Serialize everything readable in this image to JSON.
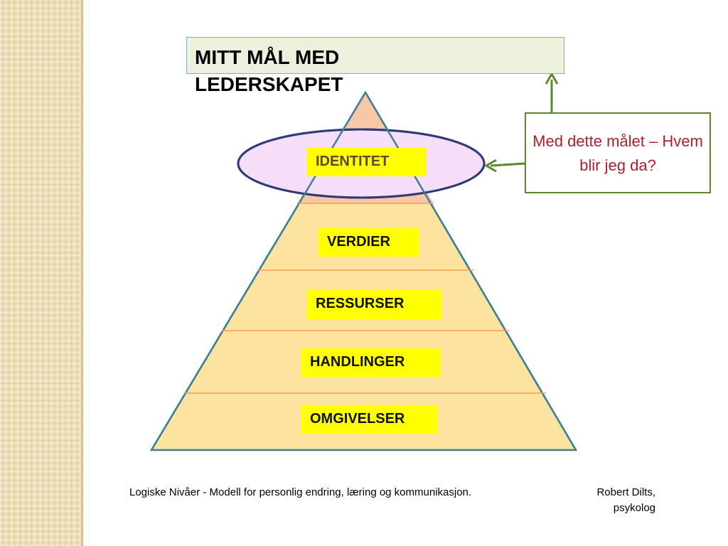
{
  "goal_box": {
    "text": "MITT MÅL MED LEDERSKAPET"
  },
  "question_box": {
    "text": "Med dette målet – Hvem blir jeg da?"
  },
  "levels": [
    {
      "label": "IDENTITET"
    },
    {
      "label": "VERDIER"
    },
    {
      "label": "RESSURSER"
    },
    {
      "label": "HANDLINGER"
    },
    {
      "label": "OMGIVELSER"
    }
  ],
  "caption": {
    "main": "Logiske Nivåer - Modell for personlig endring, læring og kommunikasjon.",
    "author": "Robert Dilts, psykolog"
  },
  "colors": {
    "pyramid_fill": "#fde3a0",
    "pyramid_stroke": "#3f7f96",
    "divider": "#f0a050",
    "top_tier_fill": "#f7c8a8",
    "highlight_ellipse_fill": "#f6ddf8",
    "highlight_ellipse_stroke": "#2e3b7a",
    "arrow": "#5b8a2e",
    "label_bg": "#ffff00",
    "question_text": "#b0202a"
  }
}
